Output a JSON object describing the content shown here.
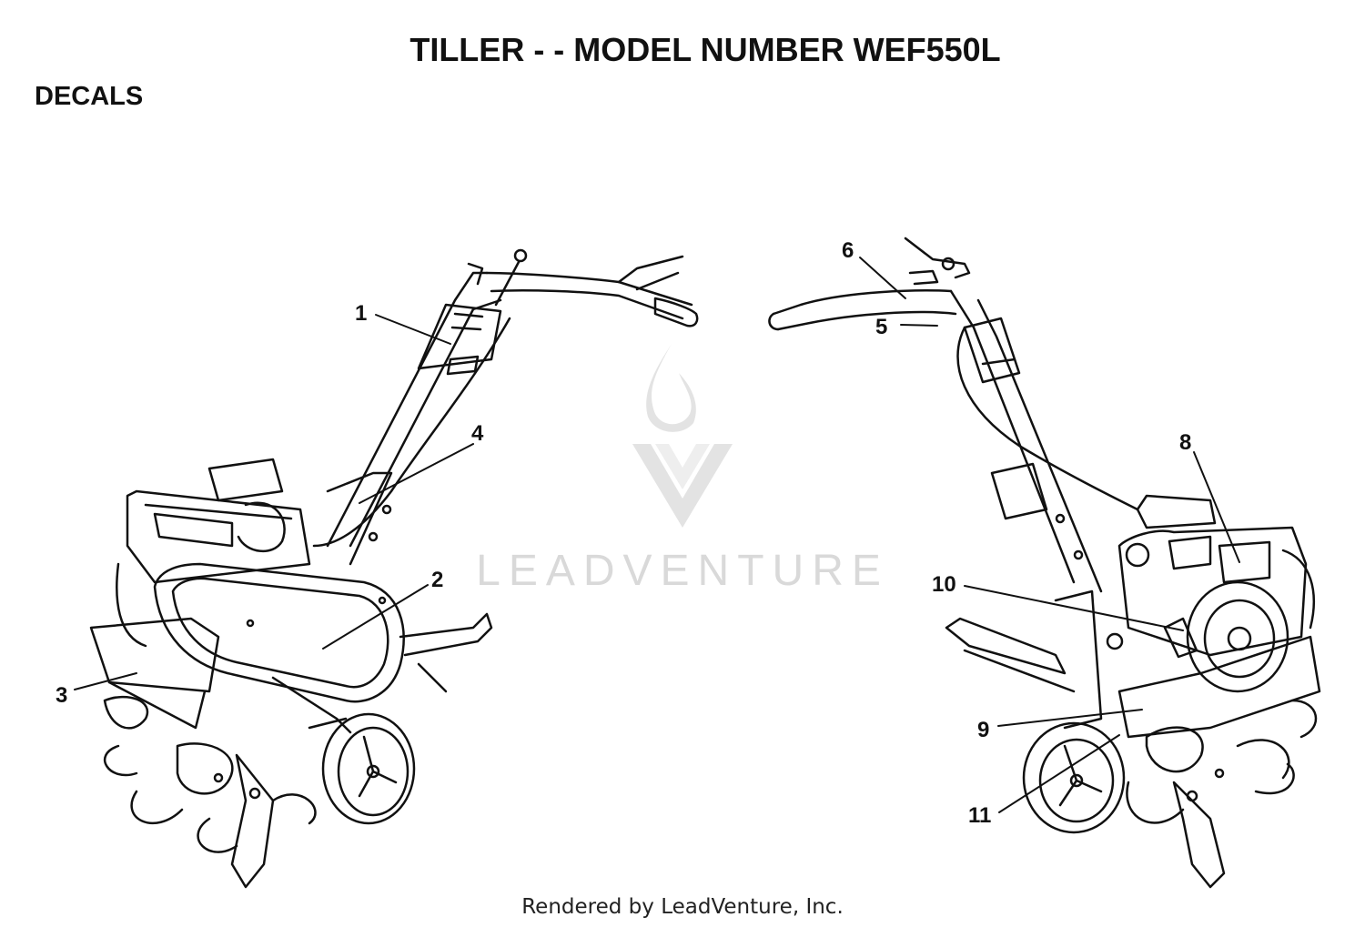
{
  "header": {
    "title": "TILLER - - MODEL NUMBER WEF550L",
    "section": "DECALS"
  },
  "callouts": [
    "1",
    "2",
    "3",
    "4",
    "5",
    "6",
    "8",
    "10",
    "9",
    "11"
  ],
  "watermark": {
    "text": "LEADVENTURE"
  },
  "footer": {
    "text": "Rendered by LeadVenture, Inc."
  },
  "colors": {
    "line": "#111111",
    "watermark": "#d9d9d9",
    "background": "#ffffff"
  }
}
